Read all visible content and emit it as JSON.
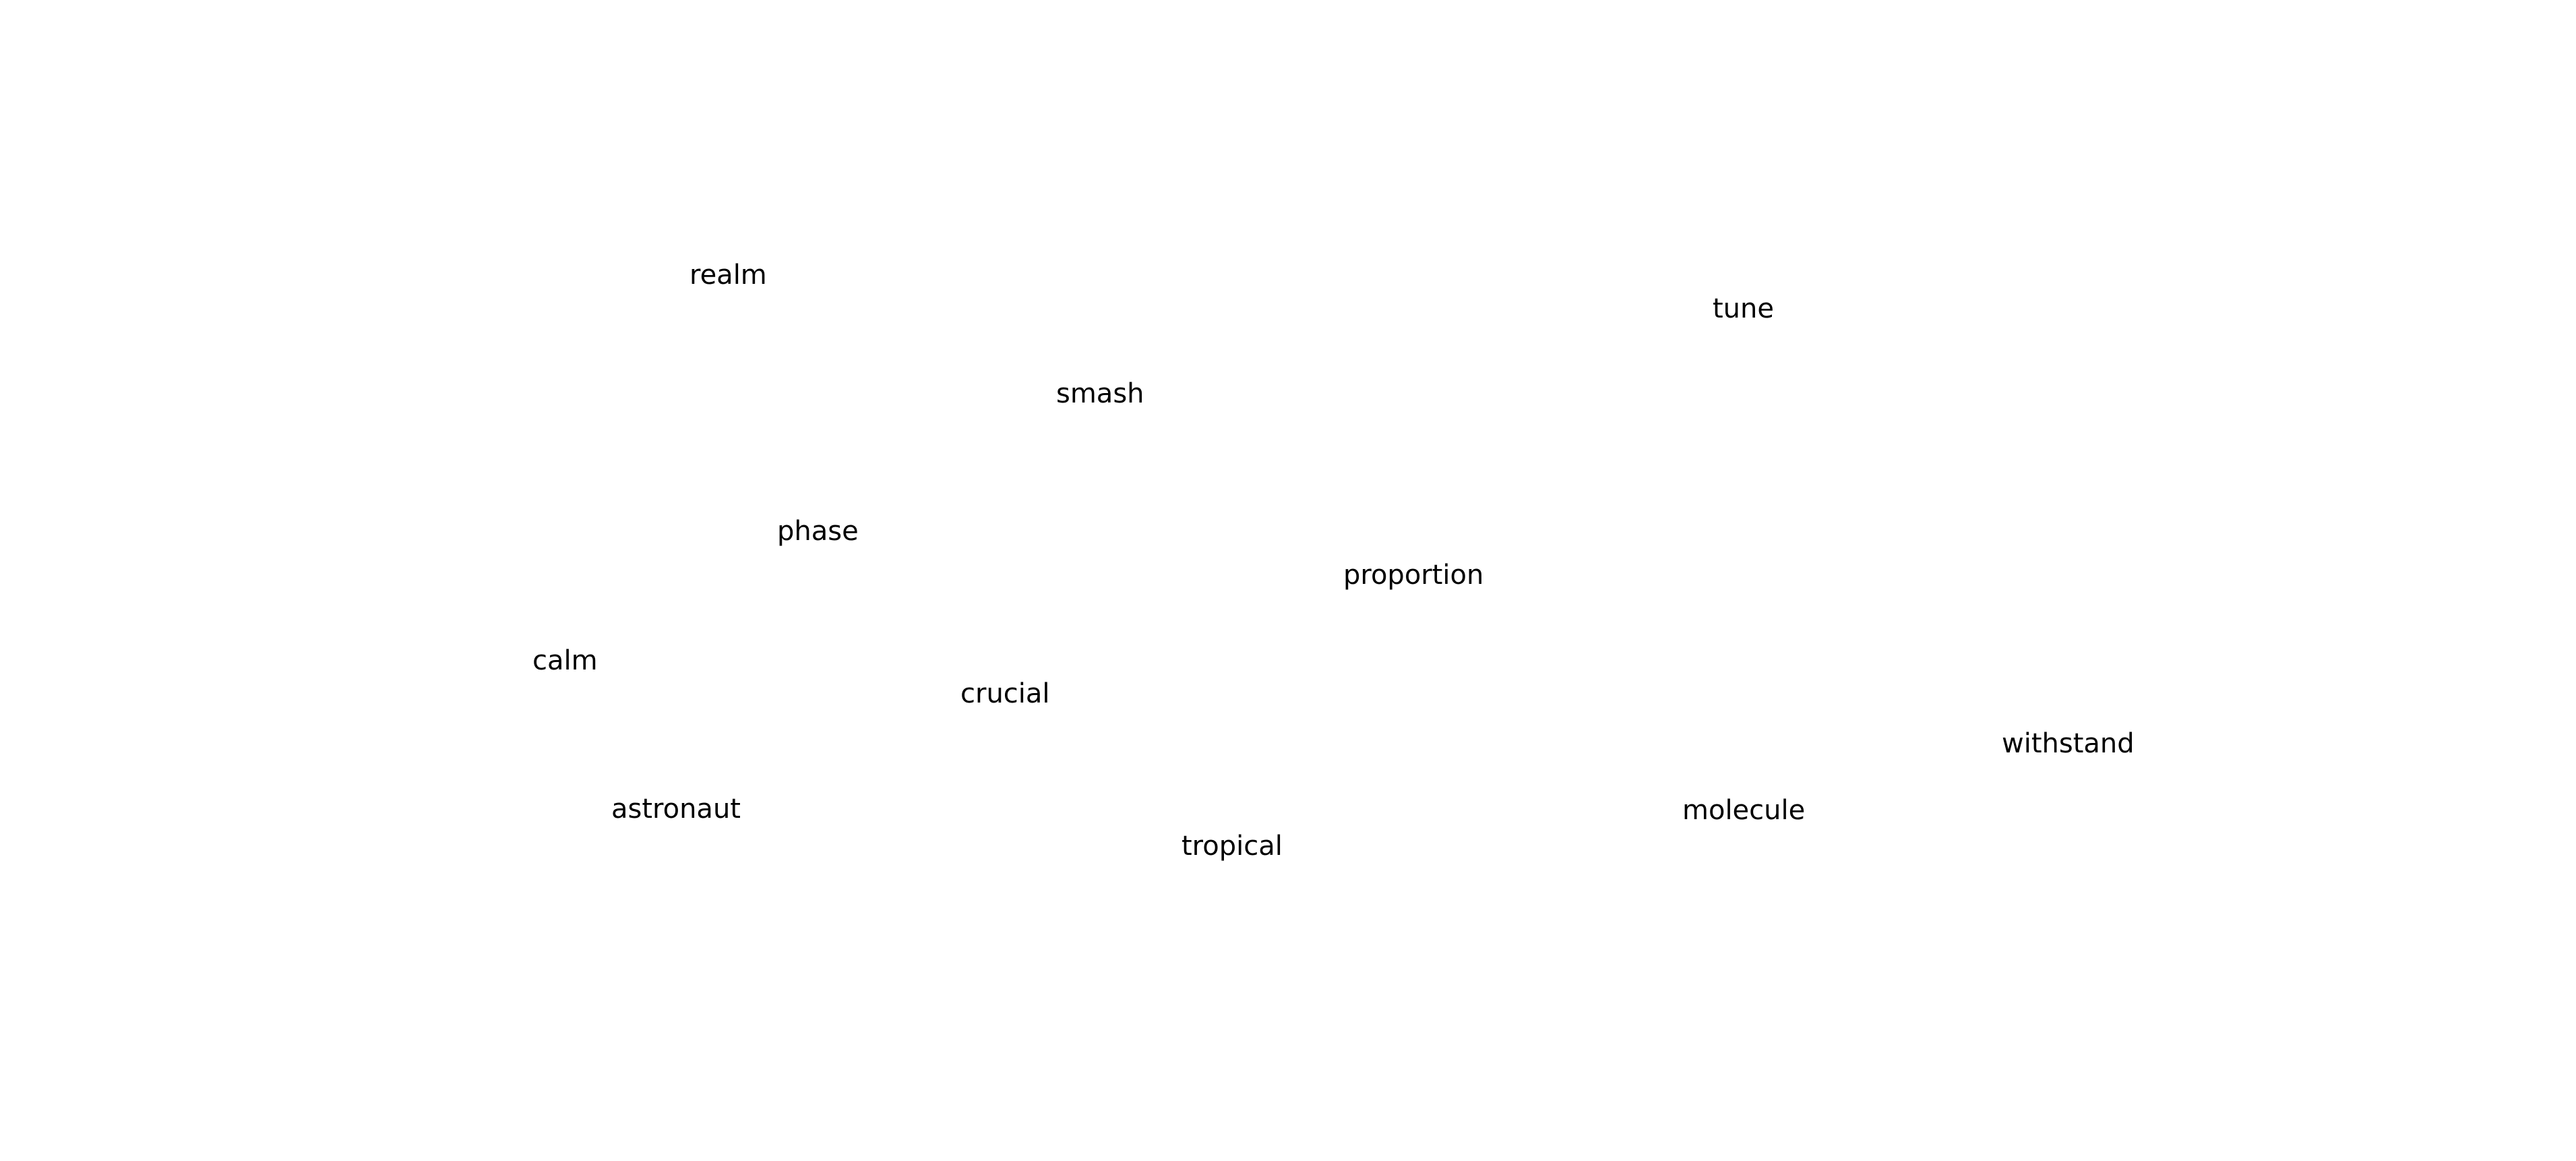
{
  "words": [
    {
      "id": "realm",
      "label": "realm"
    },
    {
      "id": "tune",
      "label": "tune"
    },
    {
      "id": "smash",
      "label": "smash"
    },
    {
      "id": "phase",
      "label": "phase"
    },
    {
      "id": "proportion",
      "label": "proportion"
    },
    {
      "id": "calm",
      "label": "calm"
    },
    {
      "id": "crucial",
      "label": "crucial"
    },
    {
      "id": "withstand",
      "label": "withstand"
    },
    {
      "id": "astronaut",
      "label": "astronaut"
    },
    {
      "id": "molecule",
      "label": "molecule"
    },
    {
      "id": "tropical",
      "label": "tropical"
    }
  ]
}
